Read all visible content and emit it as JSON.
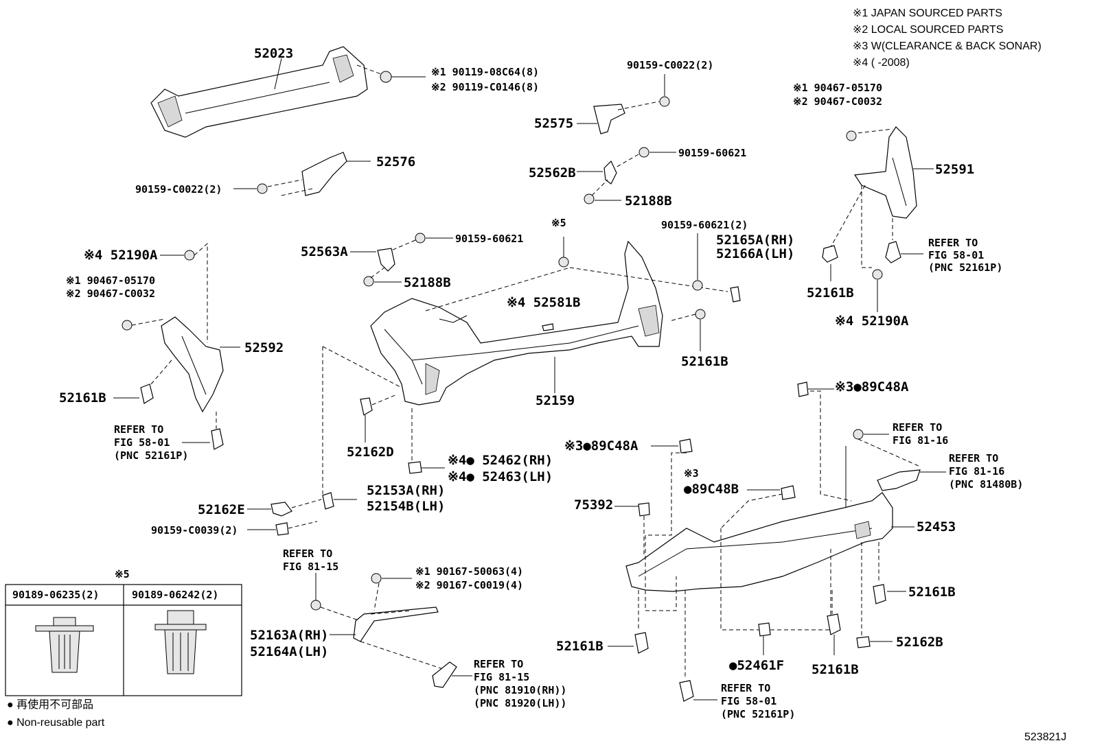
{
  "legend_notes": [
    "※1  JAPAN SOURCED PARTS",
    "※2  LOCAL SOURCED PARTS",
    "※3  W(CLEARANCE & BACK SONAR)",
    "※4  (        -2008)"
  ],
  "labels": {
    "p52023": "52023",
    "bolt_a_1": "※1 90119-08C64(8)",
    "bolt_a_2": "※2 90119-C0146(8)",
    "p90159_c0022_top": "90159-C0022(2)",
    "p52575": "52575",
    "p52576": "52576",
    "p90159_c0022_left": "90159-C0022(2)",
    "p90159_60621_a": "90159-60621",
    "p52562b": "52562B",
    "p52188b_top": "52188B",
    "p90467_right_1": "※1 90467-05170",
    "p90467_right_2": "※2 90467-C0032",
    "p52591": "52591",
    "refer_5801_right_1": "REFER TO",
    "refer_5801_right_2": "FIG 58-01",
    "refer_5801_right_3": "(PNC 52161P)",
    "p52161b_right": "52161B",
    "p52190a_right": "※4 52190A",
    "note5_mid": "※5",
    "p90159_60621_2": "90159-60621(2)",
    "p52165a": "52165A(RH)",
    "p52166a": "52166A(LH)",
    "p52563a": "52563A",
    "p90159_60621_b": "90159-60621",
    "p52188b_mid": "52188B",
    "p52581b": "※4 52581B",
    "p52161b_mid": "52161B",
    "p52159": "52159",
    "p52190a_left": "※4 52190A",
    "p90467_left_1": "※1 90467-05170",
    "p90467_left_2": "※2 90467-C0032",
    "p52592": "52592",
    "p52161b_left": "52161B",
    "refer_5801_left_1": "REFER TO",
    "refer_5801_left_2": "FIG 58-01",
    "refer_5801_left_3": "(PNC 52161P)",
    "p52162d": "52162D",
    "p52462": "※4● 52462(RH)",
    "p52463": "※4● 52463(LH)",
    "p52153a": "52153A(RH)",
    "p52154b": "52154B(LH)",
    "p52162e": "52162E",
    "p90159_c0039": "90159-C0039(2)",
    "p89c48a_right": "※3●89C48A",
    "p89c48a_mid": "※3●89C48A",
    "refer_8116_a_1": "REFER TO",
    "refer_8116_a_2": "FIG 81-16",
    "refer_8116_b_1": "REFER TO",
    "refer_8116_b_2": "FIG 81-16",
    "refer_8116_b_3": "(PNC 81480B)",
    "note3_b": "※3",
    "p89c48b": "●89C48B",
    "p75392": "75392",
    "p52453": "52453",
    "p52161b_low_right": "52161B",
    "p52161b_low_left": "52161B",
    "p52162b": "52162B",
    "p52461f": "●52461F",
    "p52161b_bottom": "52161B",
    "refer_5801_bottom_1": "REFER TO",
    "refer_5801_bottom_2": "FIG 58-01",
    "refer_5801_bottom_3": "(PNC 52161P)",
    "refer_8115_a_1": "REFER TO",
    "refer_8115_a_2": "FIG 81-15",
    "p90167_1": "※1 90167-50063(4)",
    "p90167_2": "※2 90167-C0019(4)",
    "p52163a": "52163A(RH)",
    "p52164a": "52164A(LH)",
    "refer_8115_b_1": "REFER TO",
    "refer_8115_b_2": "FIG 81-15",
    "refer_8115_b_3": "(PNC 81910(RH))",
    "refer_8115_b_4": "(PNC 81920(LH))"
  },
  "clip_table": {
    "note": "※5",
    "col1": "90189-06235(2)",
    "col2": "90189-06242(2)"
  },
  "footnotes": {
    "jp": "● 再使用不可部品",
    "en": "● Non-reusable part"
  },
  "figure_id": "523821J"
}
